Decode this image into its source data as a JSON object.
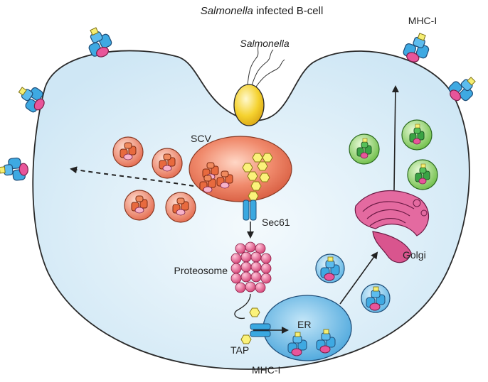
{
  "title": {
    "species": "Salmonella",
    "rest": " infected B-cell"
  },
  "labels": {
    "salmonella": "Salmonella",
    "scv": "SCV",
    "sec61": "Sec61",
    "proteosome": "Proteosome",
    "tap": "TAP",
    "er": "ER",
    "golgi": "Golgi",
    "mhc_top": "MHC-I",
    "mhc_bottom": "MHC-I"
  },
  "colors": {
    "cell_fill": "#dceef8",
    "cell_stroke": "#2a2a2a",
    "scv": "#ea7a60",
    "bacterium": "#f2cd2a",
    "proteasome": "#e25f88",
    "er": "#5aaee0",
    "golgi": "#d24a8c",
    "mhc_blue": "#3aa8e0",
    "mhc_pink": "#e8559a",
    "vesicle_green": "#7dc652",
    "peptide": "#f4ec6a"
  }
}
